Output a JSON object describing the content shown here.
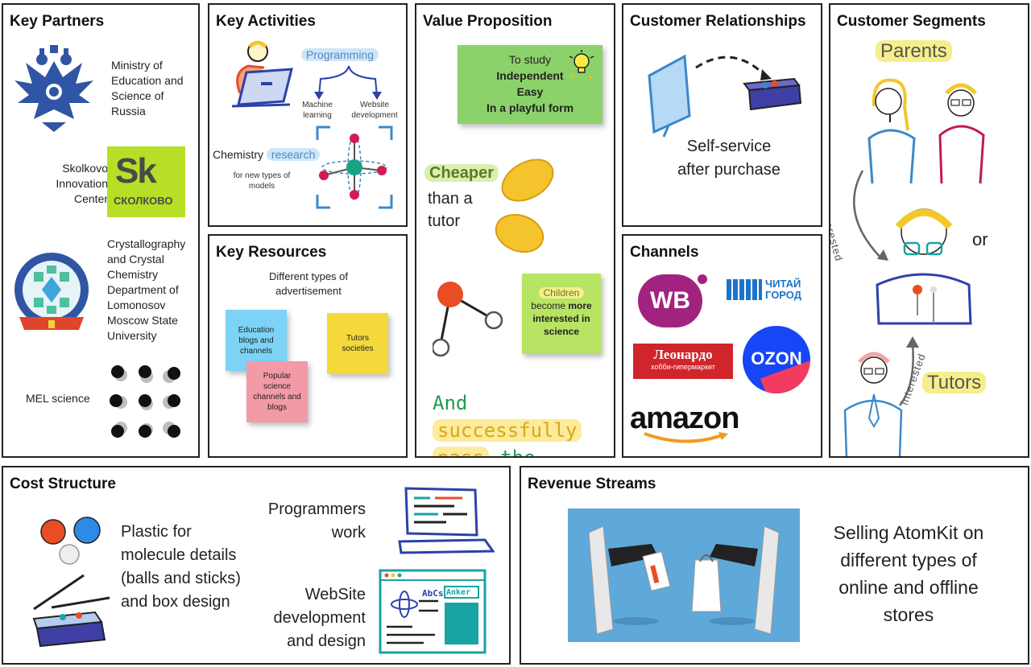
{
  "key_partners": {
    "title": "Key Partners",
    "ministry": "Ministry of Education and Science of Russia",
    "skolkovo": "Skolkovo Innovation Center",
    "skolkovo_logo_top": "Sk",
    "skolkovo_logo_bottom": "СКОЛКОВО",
    "crystallography": "Crystallography and Crystal Chemistry Department of Lomonosov Moscow State University",
    "mel": "MEL science"
  },
  "key_activities": {
    "title": "Key Activities",
    "programming": "Programming",
    "ml": "Machine learning",
    "web": "Website development",
    "chemistry_word": "Chemistry",
    "research_word": "research",
    "research_note": "for new types of models"
  },
  "key_resources": {
    "title": "Key Resources",
    "subtitle": "Different types of advertisement",
    "note1": "Education blogs and channels",
    "note2": "Tutors societies",
    "note3": "Popular science channels and blogs"
  },
  "value_proposition": {
    "title": "Value Proposition",
    "note_line1": "To study",
    "note_line2": "Independent",
    "note_line3": "Easy",
    "note_line4": "In a playful form",
    "cheaper": "Cheaper",
    "than_a": "than a",
    "tutor": "tutor",
    "children": "Children",
    "become": "become",
    "more": "more",
    "interested": "interested in science",
    "and": "And",
    "successfully": "successfully",
    "pass": "pass",
    "exams": "the exams!"
  },
  "customer_relationships": {
    "title": "Customer Relationships",
    "text": "Self-service after purchase"
  },
  "channels": {
    "title": "Channels",
    "wb": "WB",
    "chitai_1": "ЧИТАЙ",
    "chitai_2": "ГОРОД",
    "leonardo_1": "Леонардо",
    "leonardo_2": "хобби-гипермаркет",
    "ozon": "OZON",
    "amazon": "amazon"
  },
  "customer_segments": {
    "title": "Customer Segments",
    "parents": "Parents",
    "interested_1": "interested",
    "or": "or",
    "interested_2": "interested",
    "tutors": "Tutors"
  },
  "cost_structure": {
    "title": "Cost Structure",
    "plastic": "Plastic for molecule details (balls and sticks) and box design",
    "programmers": "Programmers work",
    "website": "WebSite development and design",
    "screen_1": "AbCs",
    "screen_2": "Anker"
  },
  "revenue_streams": {
    "title": "Revenue Streams",
    "text": "Selling AtomKit on different types of online and offline stores"
  },
  "colors": {
    "border": "#222222",
    "sticky_green": "#8cd26a",
    "sticky_blue": "#7cd3f5",
    "sticky_yellow": "#f5d93a",
    "sticky_pink": "#f39aa7",
    "highlight_yellow": "#f6ee8a",
    "highlight_blue": "#cde7f8",
    "wb_purple": "#a2237f",
    "ozon_blue": "#1646f5",
    "leonardo_red": "#d0252b",
    "skolkovo_green": "#b6df26"
  }
}
